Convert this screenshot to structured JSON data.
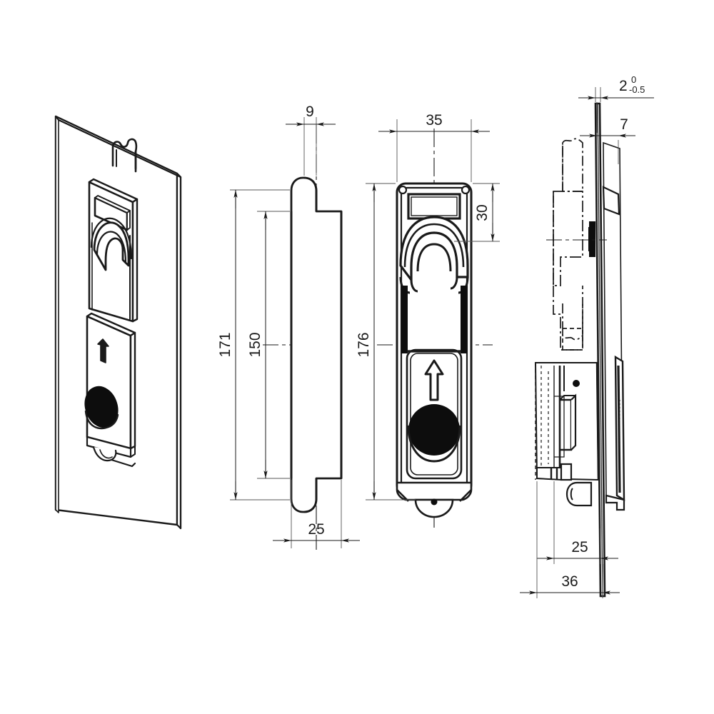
{
  "drawing": {
    "title": "Panel Lock Technical Drawing",
    "background_color": "#ffffff",
    "line_color": "#1a1a1a",
    "thin_line_color": "#555555",
    "views": [
      {
        "name": "isometric-installed-view",
        "label": ""
      },
      {
        "name": "side-profile-view",
        "label": ""
      },
      {
        "name": "front-view",
        "label": ""
      },
      {
        "name": "right-section-view",
        "label": ""
      }
    ]
  },
  "dimensions": {
    "d_9": "9",
    "d_171": "171",
    "d_150": "150",
    "d_25_left": "25",
    "d_35": "35",
    "d_30": "30",
    "d_176": "176",
    "d_2_nominal": "2",
    "d_2_tol_upper": "0",
    "d_2_tol_lower": "-0.5",
    "d_7": "7",
    "d_25_right": "25",
    "d_36": "36"
  }
}
